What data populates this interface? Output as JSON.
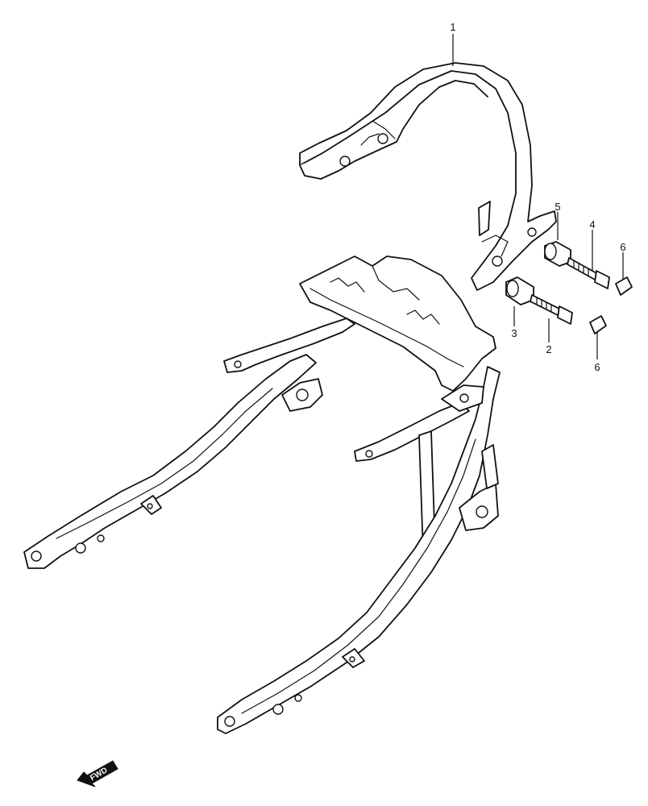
{
  "diagram": {
    "callouts": [
      {
        "id": "c1",
        "label": "1"
      },
      {
        "id": "c2",
        "label": "2"
      },
      {
        "id": "c3",
        "label": "3"
      },
      {
        "id": "c4",
        "label": "4"
      },
      {
        "id": "c5",
        "label": "5"
      },
      {
        "id": "c6a",
        "label": "6"
      },
      {
        "id": "c6b",
        "label": "6"
      }
    ],
    "direction_badge": {
      "label": "FWD",
      "icon": "forward-arrow-icon"
    }
  }
}
